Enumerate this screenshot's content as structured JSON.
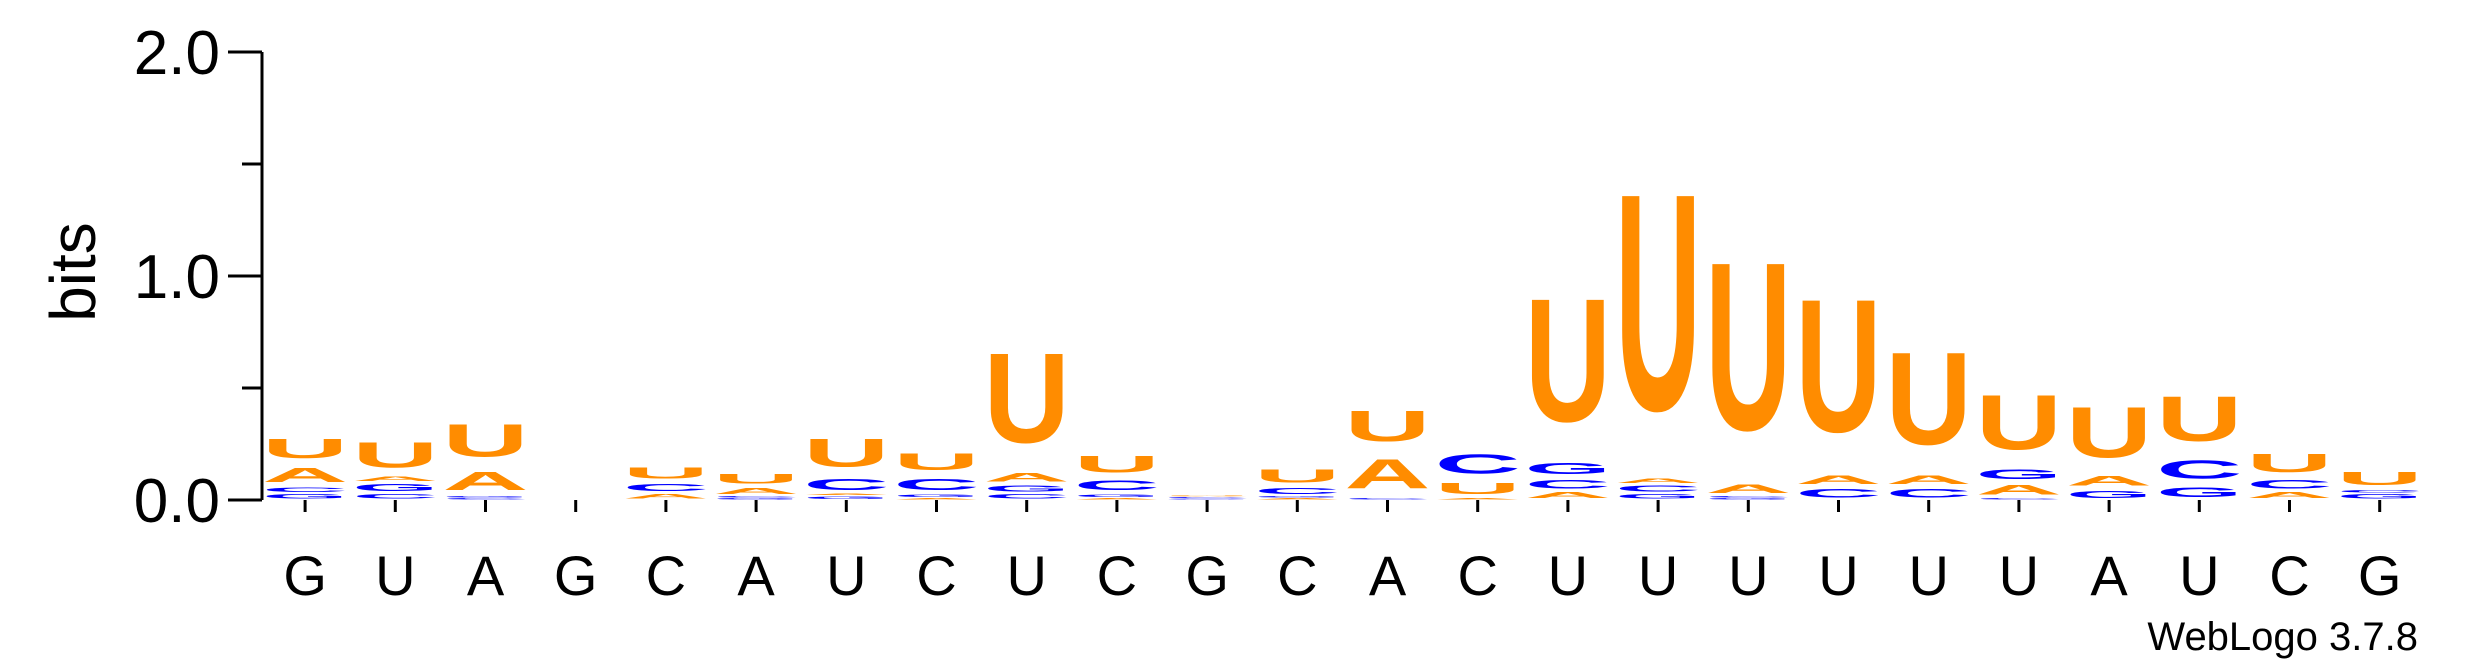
{
  "chart_data": {
    "type": "sequence-logo",
    "ylabel": "bits",
    "ylim": [
      0,
      2
    ],
    "yticks": [
      "0.0",
      "1.0",
      "2.0"
    ],
    "xlabels": [
      "G",
      "U",
      "A",
      "G",
      "C",
      "A",
      "U",
      "C",
      "U",
      "C",
      "G",
      "C",
      "A",
      "C",
      "U",
      "U",
      "U",
      "U",
      "U",
      "U",
      "A",
      "U",
      "C",
      "G"
    ],
    "colors": {
      "U": "#ff8c00",
      "A": "#ff8c00",
      "C": "#0000ff",
      "G": "#0000ff"
    },
    "columns": [
      [
        [
          "G",
          0.03
        ],
        [
          "C",
          0.03
        ],
        [
          "A",
          0.1
        ],
        [
          "U",
          0.14
        ]
      ],
      [
        [
          "C",
          0.03
        ],
        [
          "G",
          0.05
        ],
        [
          "A",
          0.03
        ],
        [
          "U",
          0.18
        ]
      ],
      [
        [
          "C",
          0.01
        ],
        [
          "G",
          0.01
        ],
        [
          "A",
          0.13
        ],
        [
          "U",
          0.23
        ]
      ],
      [],
      [
        [
          "A",
          0.03
        ],
        [
          "C",
          0.05
        ],
        [
          "U",
          0.08
        ]
      ],
      [
        [
          "G",
          0.01
        ],
        [
          "C",
          0.01
        ],
        [
          "A",
          0.04
        ],
        [
          "U",
          0.07
        ]
      ],
      [
        [
          "G",
          0.02
        ],
        [
          "A",
          0.01
        ],
        [
          "C",
          0.08
        ],
        [
          "U",
          0.2
        ]
      ],
      [
        [
          "A",
          0.01
        ],
        [
          "G",
          0.02
        ],
        [
          "C",
          0.08
        ],
        [
          "U",
          0.12
        ]
      ],
      [
        [
          "C",
          0.03
        ],
        [
          "G",
          0.04
        ],
        [
          "A",
          0.06
        ],
        [
          "U",
          0.64
        ]
      ],
      [
        [
          "A",
          0.01
        ],
        [
          "G",
          0.02
        ],
        [
          "C",
          0.07
        ],
        [
          "U",
          0.12
        ]
      ],
      [
        [
          "G",
          0.005
        ],
        [
          "C",
          0.01
        ],
        [
          "A",
          0.005
        ],
        [
          "U",
          0.005
        ]
      ],
      [
        [
          "A",
          0.01
        ],
        [
          "G",
          0.01
        ],
        [
          "C",
          0.04
        ],
        [
          "U",
          0.09
        ]
      ],
      [
        [
          "C",
          0.01
        ],
        [
          "A",
          0.21
        ],
        [
          "U",
          0.22
        ]
      ],
      [
        [
          "A",
          0.01
        ],
        [
          "U",
          0.08
        ],
        [
          "C",
          0.14
        ]
      ],
      [
        [
          "A",
          0.04
        ],
        [
          "C",
          0.06
        ],
        [
          "G",
          0.08
        ],
        [
          "U",
          0.88
        ]
      ],
      [
        [
          "G",
          0.03
        ],
        [
          "C",
          0.04
        ],
        [
          "A",
          0.03
        ],
        [
          "U",
          1.55
        ]
      ],
      [
        [
          "G",
          0.01
        ],
        [
          "C",
          0.01
        ],
        [
          "A",
          0.06
        ],
        [
          "U",
          1.2
        ]
      ],
      [
        [
          "C",
          0.06
        ],
        [
          "A",
          0.06
        ],
        [
          "U",
          0.95
        ]
      ],
      [
        [
          "C",
          0.06
        ],
        [
          "A",
          0.06
        ],
        [
          "U",
          0.66
        ]
      ],
      [
        [
          "C",
          0.01
        ],
        [
          "A",
          0.07
        ],
        [
          "G",
          0.07
        ],
        [
          "U",
          0.39
        ]
      ],
      [
        [
          "G",
          0.05
        ],
        [
          "A",
          0.07
        ],
        [
          "U",
          0.36
        ]
      ],
      [
        [
          "G",
          0.07
        ],
        [
          "C",
          0.13
        ],
        [
          "U",
          0.32
        ]
      ],
      [
        [
          "A",
          0.04
        ],
        [
          "C",
          0.06
        ],
        [
          "U",
          0.13
        ]
      ],
      [
        [
          "G",
          0.03
        ],
        [
          "C",
          0.02
        ],
        [
          "U",
          0.09
        ]
      ]
    ]
  },
  "watermark": "WebLogo 3.7.8"
}
